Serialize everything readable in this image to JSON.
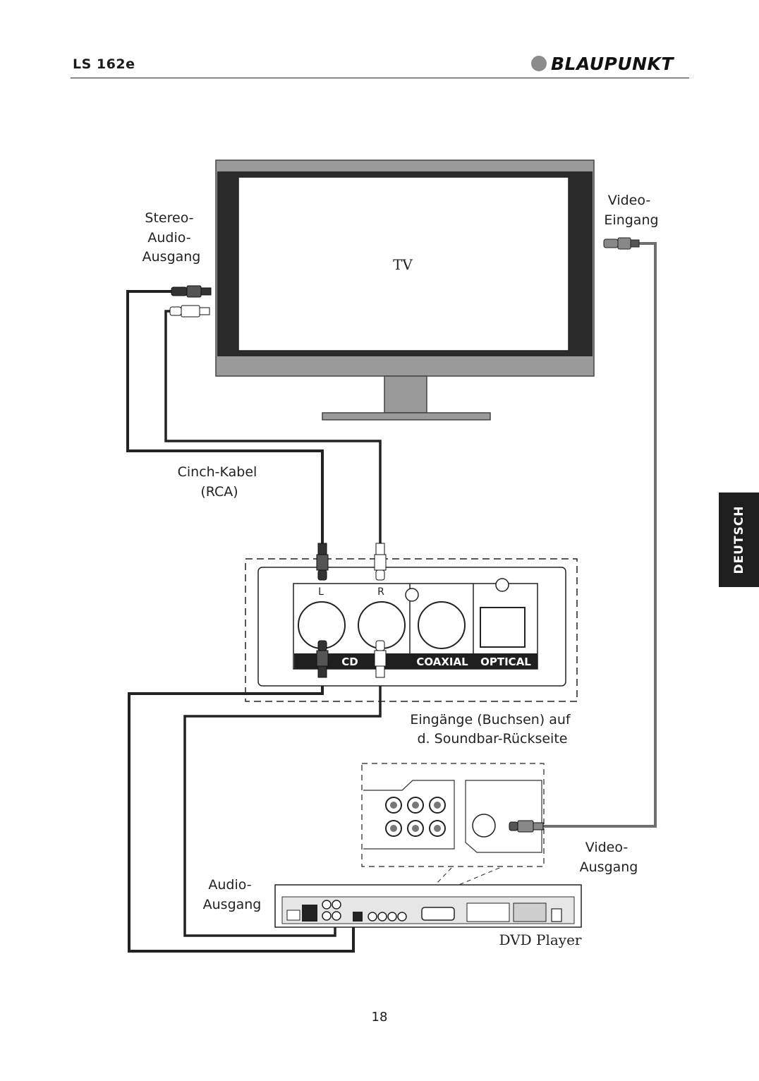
{
  "header": {
    "model": "LS 162e",
    "brand": "BLAUPUNKT"
  },
  "side_tab": {
    "label": "DEUTSCH"
  },
  "page_number": "18",
  "diagram": {
    "tv_label": "TV",
    "tv_audio_out_label": [
      "Stereo-",
      "Audio-",
      "Ausgang"
    ],
    "tv_video_in_label": [
      "Video-",
      "Eingang"
    ],
    "cable_label": [
      "Cinch-Kabel",
      "(RCA)"
    ],
    "soundbar_panel": {
      "jack_left": "L",
      "jack_right": "R",
      "strip_cd": "CD",
      "strip_coaxial": "COAXIAL",
      "strip_optical": "OPTICAL"
    },
    "soundbar_caption": [
      "Eingänge (Buchsen) auf",
      "d. Soundbar-Rückseite"
    ],
    "dvd_audio_out_label": [
      "Audio-",
      "Ausgang"
    ],
    "dvd_video_out_label": [
      "Video-",
      "Ausgang"
    ],
    "dvd_label": "DVD Player"
  }
}
